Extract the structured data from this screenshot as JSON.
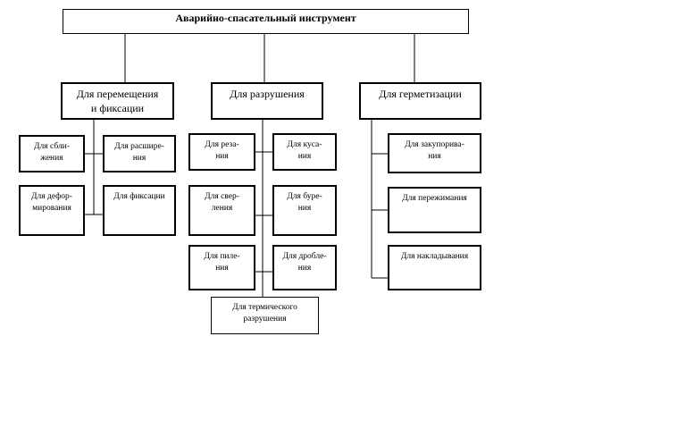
{
  "root": {
    "label": "Аварийно-спасательный инструмент"
  },
  "categories": [
    {
      "label": "Для перемещения\nи фиксации",
      "items": [
        "Для сбли-\nжения",
        "Для расшире-\nния",
        "Для дефор-\nмирования",
        "Для фиксации"
      ]
    },
    {
      "label": "Для разрушения",
      "items": [
        "Для реза-\nния",
        "Для куса-\nния",
        "Для свер-\nления",
        "Для буре-\nния",
        "Для пиле-\nния",
        "Для дробле-\nния",
        "Для термического\nразрушения"
      ]
    },
    {
      "label": "Для герметизации",
      "items": [
        "Для закупорива-\nния",
        "Для пережимания",
        "Для накладывания"
      ]
    }
  ]
}
